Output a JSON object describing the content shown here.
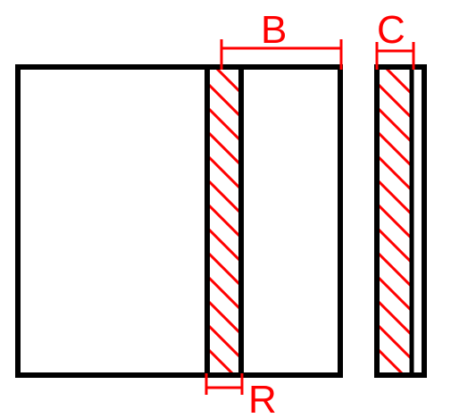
{
  "diagram": {
    "labels": {
      "B": "B",
      "C": "C",
      "R": "R"
    },
    "colors": {
      "outline": "#000000",
      "dimension": "#ff0000",
      "hatch": "#ff0000",
      "background": "#ffffff"
    }
  }
}
